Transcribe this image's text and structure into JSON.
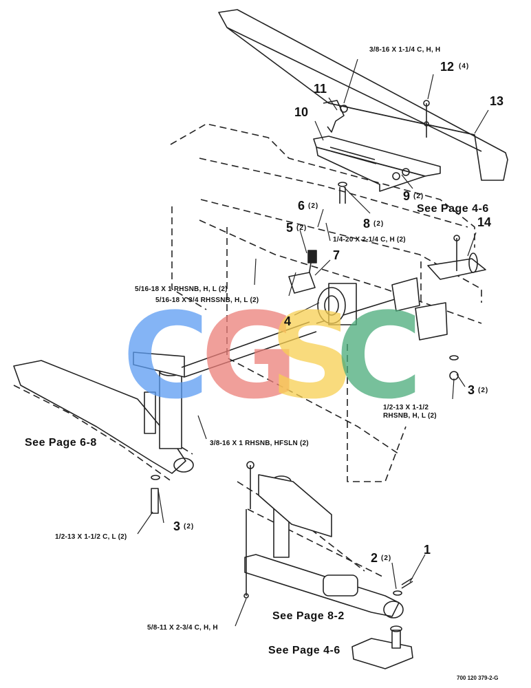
{
  "labels": {
    "n1": "1",
    "n2": "2",
    "n2q": "(2)",
    "n3a": "3",
    "n3aq": "(2)",
    "n3b": "3",
    "n3bq": "(2)",
    "n4": "4",
    "n5": "5",
    "n5q": "(2)",
    "n6": "6",
    "n6q": "(2)",
    "n7": "7",
    "n8": "8",
    "n8q": "(2)",
    "n9": "9",
    "n9q": "(2)",
    "n10": "10",
    "n11": "11",
    "n12": "12",
    "n12q": "(4)",
    "n13": "13",
    "n14": "14"
  },
  "specs": {
    "s1": "3/8-16 X 1-1/4 C, H, H",
    "s2": "1/4-20 X 2-1/4 C, H (2)",
    "s3": "5/16-18 X 1 RHSNB, H, L (2)",
    "s4": "5/16-18 X 3/4 RHSSNB, H, L (2)",
    "s5a": "1/2-13 X 1-1/2",
    "s5b": "RHSNB, H, L (2)",
    "s6": "3/8-16 X 1 RHSNB, HFSLN (2)",
    "s7": "1/2-13 X 1-1/2 C, L (2)",
    "s8": "5/8-11 X 2-3/4 C, H, H"
  },
  "see": {
    "p46a": "See Page 4-6",
    "p68": "See Page 6-8",
    "p82": "See Page 8-2",
    "p46b": "See Page 4-6"
  },
  "figure_ref": "700 120 379-2-G",
  "watermark": {
    "letters": [
      "C",
      "G",
      "S",
      "C"
    ],
    "colors": [
      "#5b9cf2",
      "#ec7f79",
      "#f8cf52",
      "#4aab7a"
    ]
  }
}
